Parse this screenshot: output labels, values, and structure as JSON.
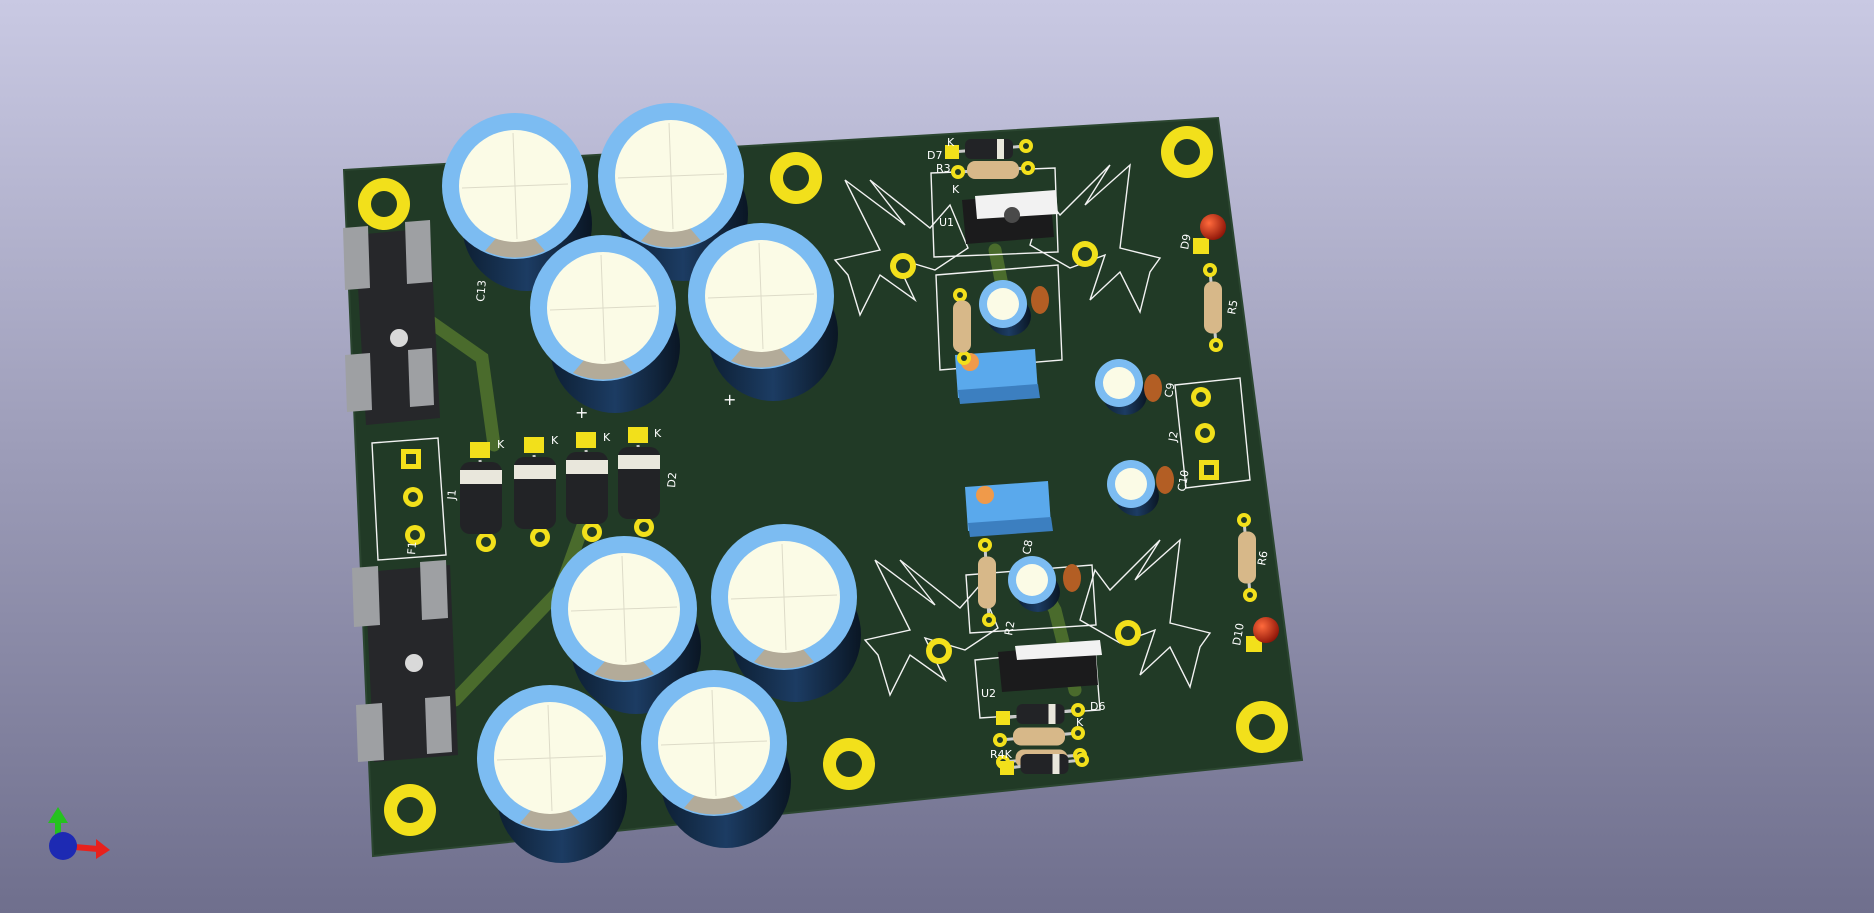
{
  "viewer": {
    "background_top": "#c9c9e3",
    "background_bottom": "#6f6f8d",
    "board_color": "#213a26",
    "pad_color": "#f2e01b",
    "cap_sleeve_color": "#7cbcf2",
    "cap_top_color": "#fbfbe6"
  },
  "board": {
    "labels": {
      "c13": "C13",
      "j1": "J1",
      "f1": "F1",
      "d2": "D2",
      "u1": "U1",
      "u2": "U2",
      "d7": "D7",
      "r3": "R3",
      "d9": "D9",
      "r5": "R5",
      "c9": "C9",
      "c10": "C10",
      "j2": "J2",
      "r6": "R6",
      "d10": "D10",
      "c8": "C8",
      "r2": "R2",
      "d6": "D6",
      "r4k": "R4K",
      "k": "K",
      "plus": "+"
    }
  },
  "axes": {
    "x_color": "#e8211c",
    "y_color": "#25c21e",
    "z_color": "#1d2ab3"
  }
}
